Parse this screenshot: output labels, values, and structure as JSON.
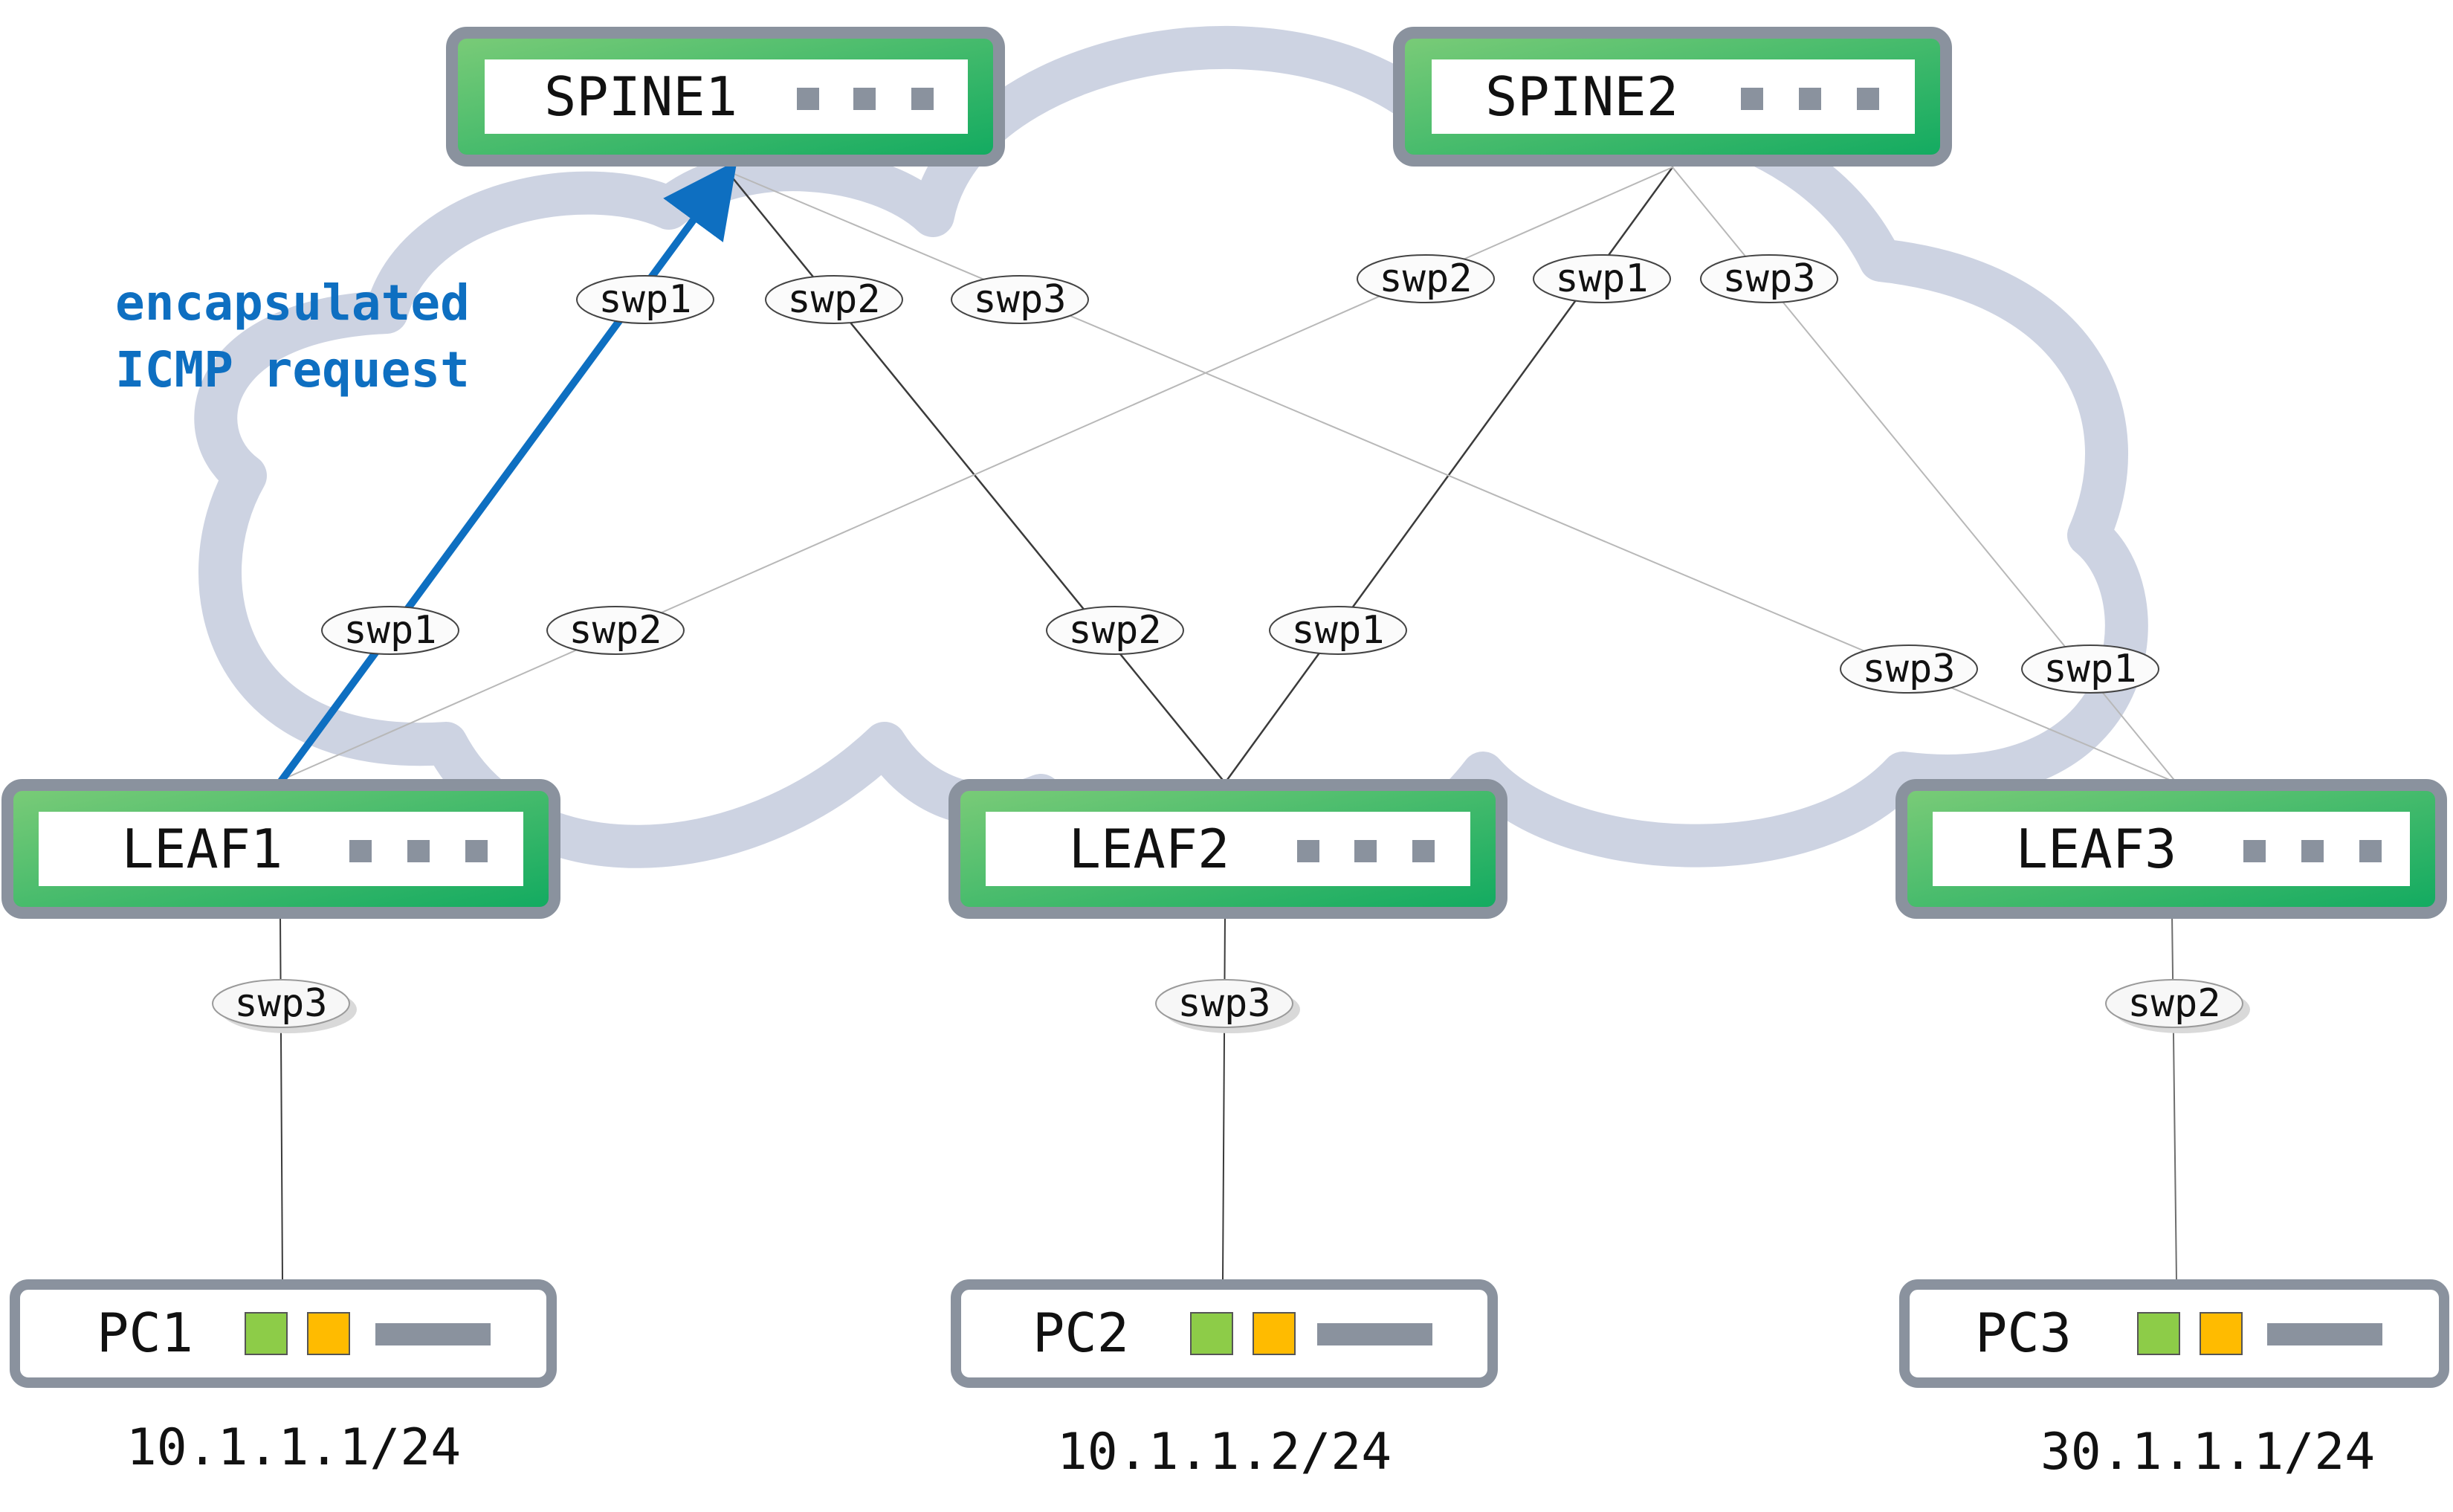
{
  "devices": {
    "spine1": {
      "label": "SPINE1"
    },
    "spine2": {
      "label": "SPINE2"
    },
    "leaf1": {
      "label": "LEAF1"
    },
    "leaf2": {
      "label": "LEAF2"
    },
    "leaf3": {
      "label": "LEAF3"
    },
    "pc1": {
      "label": "PC1",
      "ip": "10.1.1.1/24"
    },
    "pc2": {
      "label": "PC2",
      "ip": "10.1.1.2/24"
    },
    "pc3": {
      "label": "PC3",
      "ip": "30.1.1.1/24"
    }
  },
  "ports": {
    "spine1_swp1": "swp1",
    "spine1_swp2": "swp2",
    "spine1_swp3": "swp3",
    "spine2_swp2": "swp2",
    "spine2_swp1": "swp1",
    "spine2_swp3": "swp3",
    "leaf1_swp1": "swp1",
    "leaf1_swp2": "swp2",
    "leaf2_swp2": "swp2",
    "leaf2_swp1": "swp1",
    "leaf3_swp3": "swp3",
    "leaf3_swp1": "swp1",
    "leaf1_swp3": "swp3",
    "leaf2_swp3": "swp3",
    "leaf3_swp2": "swp2"
  },
  "annotation": {
    "line1": "encapsulated",
    "line2": "ICMP request"
  },
  "colors": {
    "cloud": "#cdd3e2",
    "switch_border": "#8a929e",
    "switch_gradient_start": "#7ccc78",
    "switch_gradient_end": "#10aa60",
    "pc_led_green": "#8dcc48",
    "pc_led_amber": "#ffbb00",
    "arrow": "#0e6fc1",
    "annotation_text": "#0e6fc1"
  }
}
